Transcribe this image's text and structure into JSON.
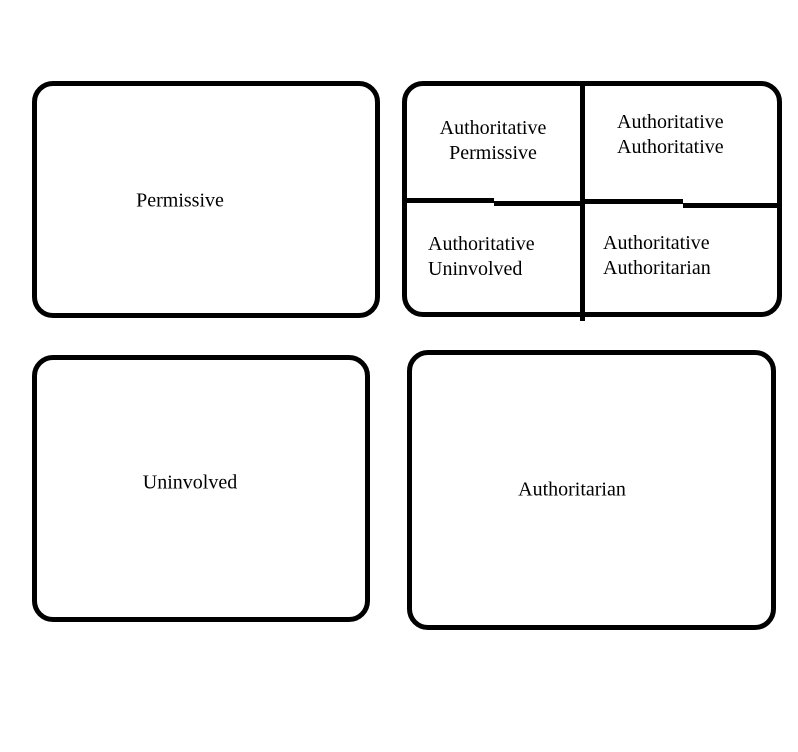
{
  "canvas": {
    "background": "#ffffff",
    "ink": "#000000"
  },
  "boxes": {
    "permissive": {
      "label": "Permissive"
    },
    "grid": {
      "cells": [
        {
          "line1": "Authoritative",
          "line2": "Permissive"
        },
        {
          "line1": "Authoritative",
          "line2": "Authoritative"
        },
        {
          "line1": "Authoritative",
          "line2": "Uninvolved"
        },
        {
          "line1": "Authoritative",
          "line2": "Authoritarian"
        }
      ]
    },
    "uninvolved": {
      "label": "Uninvolved"
    },
    "authoritarian": {
      "label": "Authoritarian"
    }
  }
}
